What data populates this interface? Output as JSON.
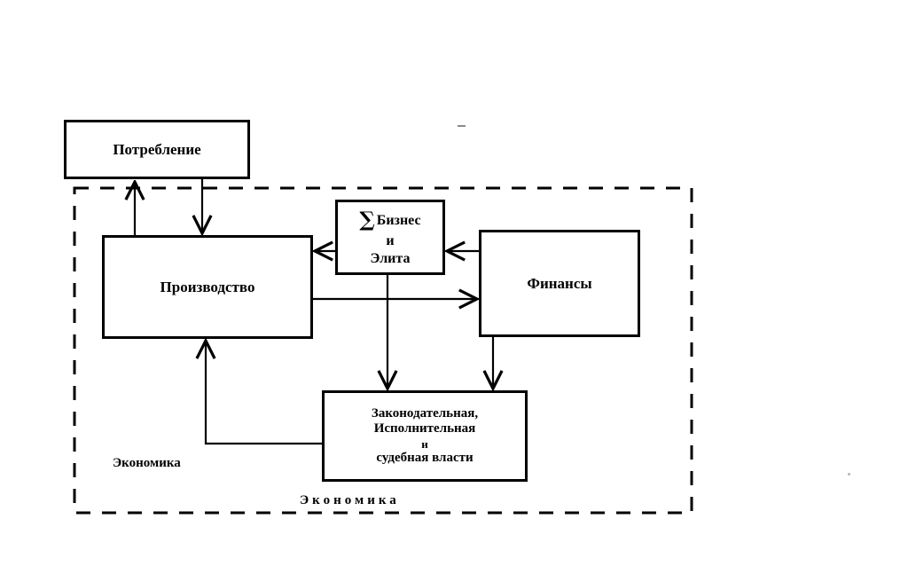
{
  "diagram": {
    "title": "Экономика",
    "boundary": {
      "label_inner": "Экономика",
      "label_border": "Экономика",
      "style": "dashed",
      "color": "#000000"
    },
    "nodes": [
      {
        "id": "consumption",
        "label": "Потребление",
        "lines": [
          "Потребление"
        ]
      },
      {
        "id": "production",
        "label": "Производство",
        "lines": [
          "Производство"
        ]
      },
      {
        "id": "business",
        "label": "Бизнес и Элита",
        "sigma": "∑",
        "lines": [
          "Бизнес",
          "и",
          "Элита"
        ]
      },
      {
        "id": "finance",
        "label": "Финансы",
        "lines": [
          "Финансы"
        ]
      },
      {
        "id": "government",
        "label": "Законодательная, Исполнительная и судебная власти",
        "lines": [
          "Законодательная,",
          "Исполнительная",
          "и",
          "судебная власти"
        ]
      }
    ],
    "edges": [
      {
        "id": "production-to-consumption",
        "from": "Производство",
        "to": "Потребление",
        "direction": "up"
      },
      {
        "id": "consumption-to-production",
        "from": "Потребление",
        "to": "Производство",
        "direction": "down"
      },
      {
        "id": "business-to-production",
        "from": "Бизнес и Элита",
        "to": "Производство",
        "direction": "left"
      },
      {
        "id": "finance-to-business",
        "from": "Финансы",
        "to": "Бизнес и Элита",
        "direction": "left"
      },
      {
        "id": "production-to-finance",
        "from": "Производство",
        "to": "Финансы",
        "direction": "right"
      },
      {
        "id": "business-to-government",
        "from": "Бизнес и Элита",
        "to": "Законодательная, Исполнительная и судебная власти",
        "direction": "down"
      },
      {
        "id": "finance-to-government",
        "from": "Финансы",
        "to": "Законодательная, Исполнительная и судебная власти",
        "direction": "down"
      },
      {
        "id": "government-to-production",
        "from": "Законодательная, Исполнительная и судебная власти",
        "to": "Производство",
        "direction": "up"
      }
    ]
  }
}
